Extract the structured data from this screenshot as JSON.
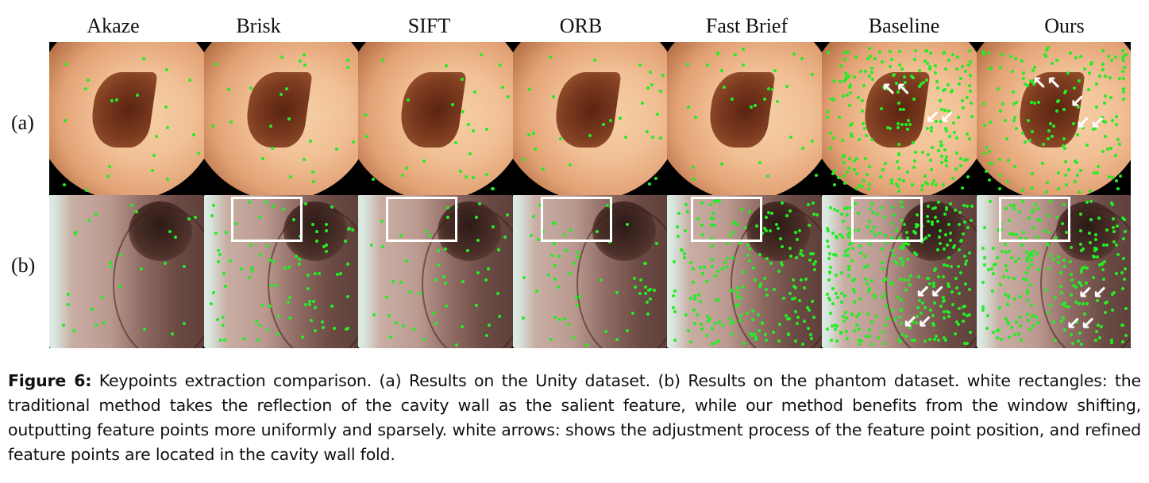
{
  "figure": {
    "column_headers": [
      "Akaze",
      "Brisk",
      "SIFT",
      "ORB",
      "Fast Brief",
      "Baseline",
      "Ours"
    ],
    "row_labels": [
      "(a)",
      "(b)"
    ],
    "rows": [
      {
        "label": "(a)",
        "dataset": "Unity dataset",
        "highlight_boxes": [],
        "arrows_in_columns": [
          "Baseline",
          "Ours"
        ]
      },
      {
        "label": "(b)",
        "dataset": "phantom dataset",
        "highlight_boxes": [
          "Brisk",
          "SIFT",
          "ORB",
          "Fast Brief",
          "Baseline",
          "Ours"
        ],
        "arrows_in_columns": [
          "Baseline",
          "Ours"
        ]
      }
    ],
    "keypoint_color": "#22ee22",
    "annotation_color": "#ffffff"
  },
  "caption": {
    "label": "Figure 6:",
    "text": "Keypoints extraction comparison. (a) Results on the Unity dataset. (b) Results on the phantom dataset. white rectangles: the traditional method takes the reflection of the cavity wall as the salient feature, while our method benefits from the window shifting, outputting feature points more uniformly and sparsely. white arrows: shows the adjustment process of the feature point position, and refined feature points are located in the cavity wall fold."
  }
}
